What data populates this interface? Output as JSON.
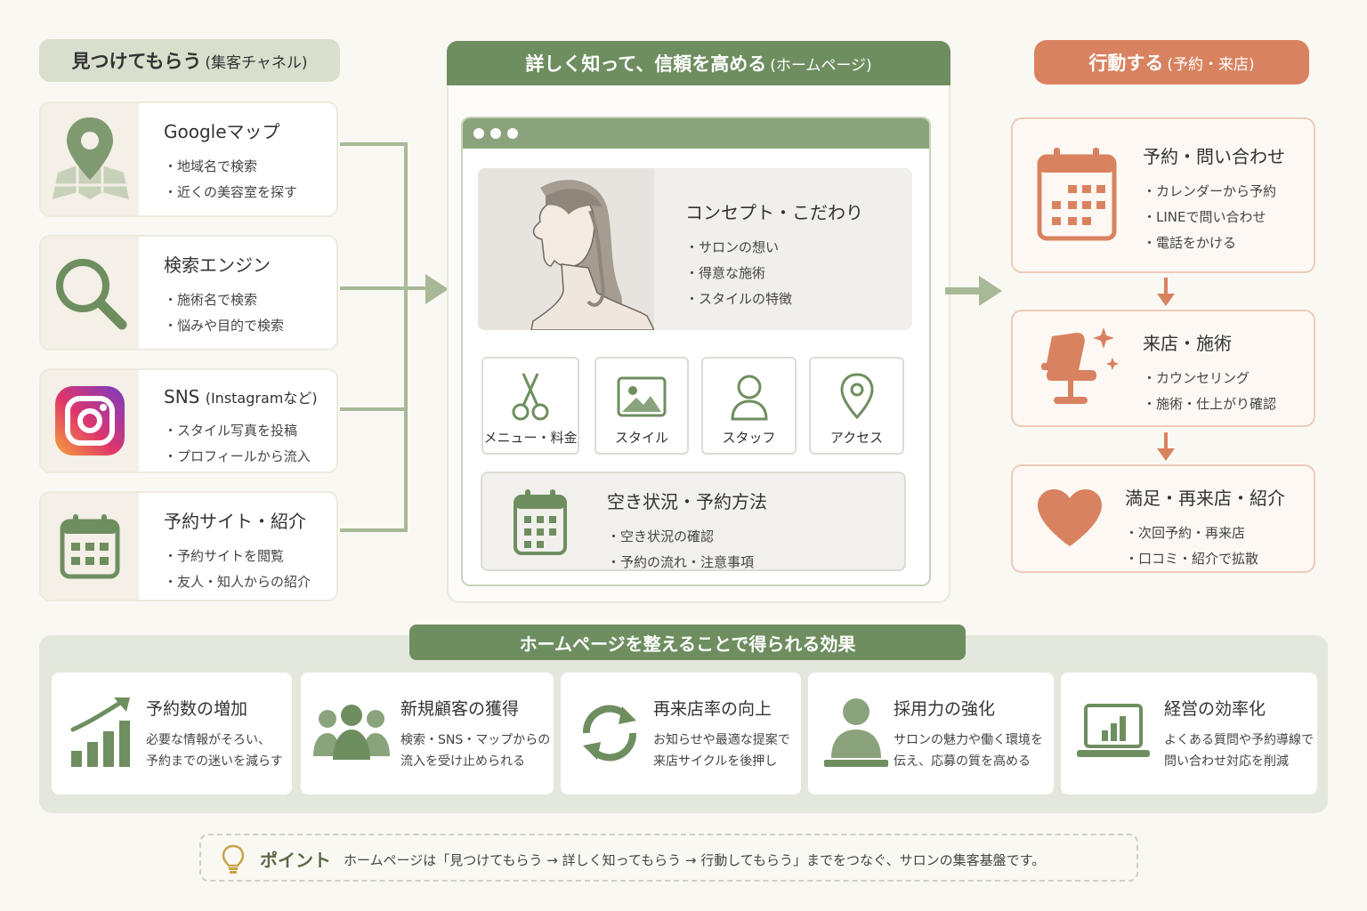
{
  "columns": {
    "left": {
      "title": "見つけてもらう",
      "sub": "(集客チャネル)"
    },
    "middle": {
      "title": "詳しく知って、信頼を高める",
      "sub": "(ホームページ)"
    },
    "right": {
      "title": "行動する",
      "sub": "(予約・来店)"
    }
  },
  "channels": [
    {
      "title": "Googleマップ",
      "bullets": [
        "・地域名で検索",
        "・近くの美容室を探す"
      ],
      "icon": "map-pin-icon"
    },
    {
      "title": "検索エンジン",
      "bullets": [
        "・施術名で検索",
        "・悩みや目的で検索"
      ],
      "icon": "search-icon"
    },
    {
      "title": "SNS",
      "title_sub": "(Instagramなど)",
      "bullets": [
        "・スタイル写真を投稿",
        "・プロフィールから流入"
      ],
      "icon": "instagram-icon"
    },
    {
      "title": "予約サイト・紹介",
      "bullets": [
        "・予約サイトを閲覧",
        "・友人・知人からの紹介"
      ],
      "icon": "calendar-icon"
    }
  ],
  "homepage": {
    "concept": {
      "title": "コンセプト・こだわり",
      "bullets": [
        "・サロンの想い",
        "・得意な施術",
        "・スタイルの特徴"
      ]
    },
    "tiles": [
      {
        "label": "メニュー・料金",
        "icon": "scissors-icon"
      },
      {
        "label": "スタイル",
        "icon": "image-icon"
      },
      {
        "label": "スタッフ",
        "icon": "person-icon"
      },
      {
        "label": "アクセス",
        "icon": "location-icon"
      }
    ],
    "availability": {
      "title": "空き状況・予約方法",
      "bullets": [
        "・空き状況の確認",
        "・予約の流れ・注意事項"
      ]
    }
  },
  "actions": [
    {
      "title": "予約・問い合わせ",
      "bullets": [
        "・カレンダーから予約",
        "・LINEで問い合わせ",
        "・電話をかける"
      ],
      "icon": "calendar-icon"
    },
    {
      "title": "来店・施術",
      "bullets": [
        "・カウンセリング",
        "・施術・仕上がり確認"
      ],
      "icon": "salon-chair-icon"
    },
    {
      "title": "満足・再来店・紹介",
      "bullets": [
        "・次回予約・再来店",
        "・口コミ・紹介で拡散"
      ],
      "icon": "heart-icon"
    }
  ],
  "effects": {
    "title": "ホームページを整えることで得られる効果",
    "items": [
      {
        "title": "予約数の増加",
        "lines": [
          "必要な情報がそろい、",
          "予約までの迷いを減らす"
        ],
        "icon": "growth-chart-icon"
      },
      {
        "title": "新規顧客の獲得",
        "lines": [
          "検索・SNS・マップからの",
          "流入を受け止められる"
        ],
        "icon": "group-icon"
      },
      {
        "title": "再来店率の向上",
        "lines": [
          "お知らせや最適な提案で",
          "来店サイクルを後押し"
        ],
        "icon": "refresh-icon"
      },
      {
        "title": "採用力の強化",
        "lines": [
          "サロンの魅力や働く環境を",
          "伝え、応募の質を高める"
        ],
        "icon": "recruit-person-icon"
      },
      {
        "title": "経営の効率化",
        "lines": [
          "よくある質問や予約導線で",
          "問い合わせ対応を削減"
        ],
        "icon": "laptop-chart-icon"
      }
    ]
  },
  "point": {
    "label": "ポイント",
    "message": "ホームページは「見つけてもらう → 詳しく知ってもらう → 行動してもらう」までをつなぐ、サロンの集客基盤です。"
  },
  "colors": {
    "green": "#6e8e60",
    "light_green": "#d9dfcc",
    "orange": "#d9825f",
    "cream": "#faf8f3"
  }
}
